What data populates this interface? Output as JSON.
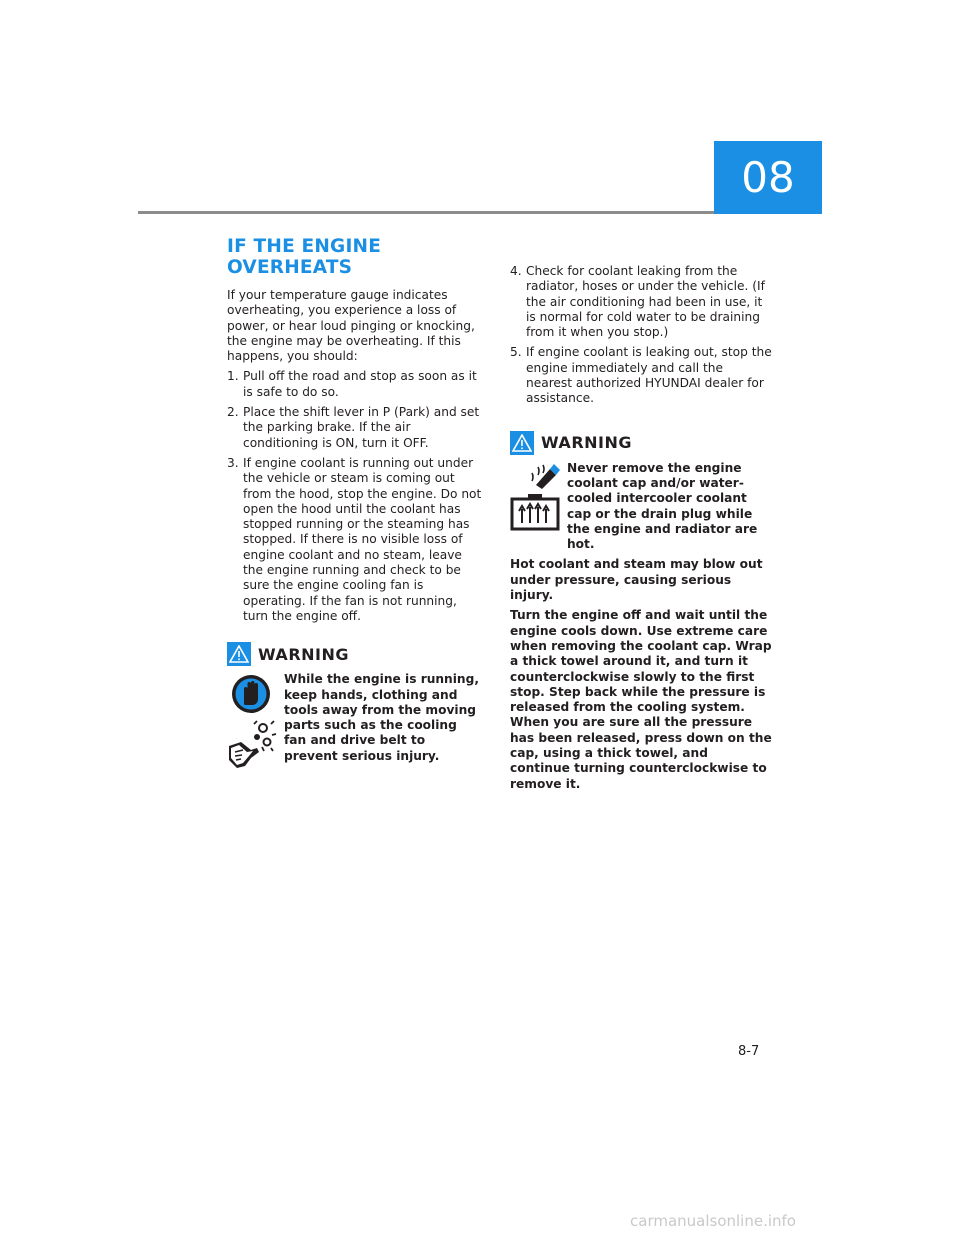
{
  "header": {
    "chapter": "08"
  },
  "left": {
    "title": "IF THE ENGINE OVERHEATS",
    "intro": "If your temperature gauge indicates overheating, you experience a loss of power, or hear loud pinging or knocking, the engine may be overheating. If this happens, you should:",
    "steps": [
      {
        "num": "1.",
        "text": "Pull off the road and stop as soon as it is safe to do so."
      },
      {
        "num": "2.",
        "text": "Place the shift lever in P (Park) and set the parking brake. If the air conditioning is ON, turn it OFF."
      },
      {
        "num": "3.",
        "text": "If engine coolant is running out under the vehicle or steam is coming out from the hood, stop the engine. Do not open the hood until the coolant has stopped running or the steaming has stopped. If there is no visible loss of engine coolant and no steam, leave the engine running and check to be sure the engine cooling fan is operating. If the fan is not running, turn the engine off."
      }
    ],
    "warning": {
      "label": "WARNING",
      "text": "While the engine is running, keep hands, clothing and tools away from the moving parts such as the cooling fan and drive belt to prevent serious injury."
    }
  },
  "right": {
    "steps": [
      {
        "num": "4.",
        "text": "Check for coolant leaking from the radiator, hoses or under the vehicle. (If the air conditioning had been in use, it is normal for cold water to be draining from it when you stop.)"
      },
      {
        "num": "5.",
        "text": "If engine coolant is leaking out, stop the engine immediately and call the nearest authorized HYUNDAI dealer for assistance."
      }
    ],
    "warning": {
      "label": "WARNING",
      "text": "Never remove the engine coolant cap and/or water-cooled intercooler coolant cap or the drain plug while the engine and radiator are hot.",
      "para1": "Hot coolant and steam may blow out under pressure, causing serious injury.",
      "para2": "Turn the engine off and wait until the engine cools down. Use extreme care when removing the coolant cap. Wrap a thick towel around it, and turn it counterclockwise slowly to the first stop. Step back while the pressure is released from the cooling system. When you are sure all the pressure has been released, press down on the cap, using a thick towel, and continue turning counterclockwise to remove it."
    }
  },
  "footer": {
    "page": "8-7",
    "watermark": "carmanualsonline.info"
  },
  "colors": {
    "accent": "#1a8fe3",
    "text": "#231f20",
    "rule": "#8c8c8c"
  },
  "icons": [
    "warning-triangle-icon",
    "stop-hand-icon",
    "fan-belt-hand-icon",
    "hot-steam-cap-icon",
    "hot-radiator-icon"
  ]
}
